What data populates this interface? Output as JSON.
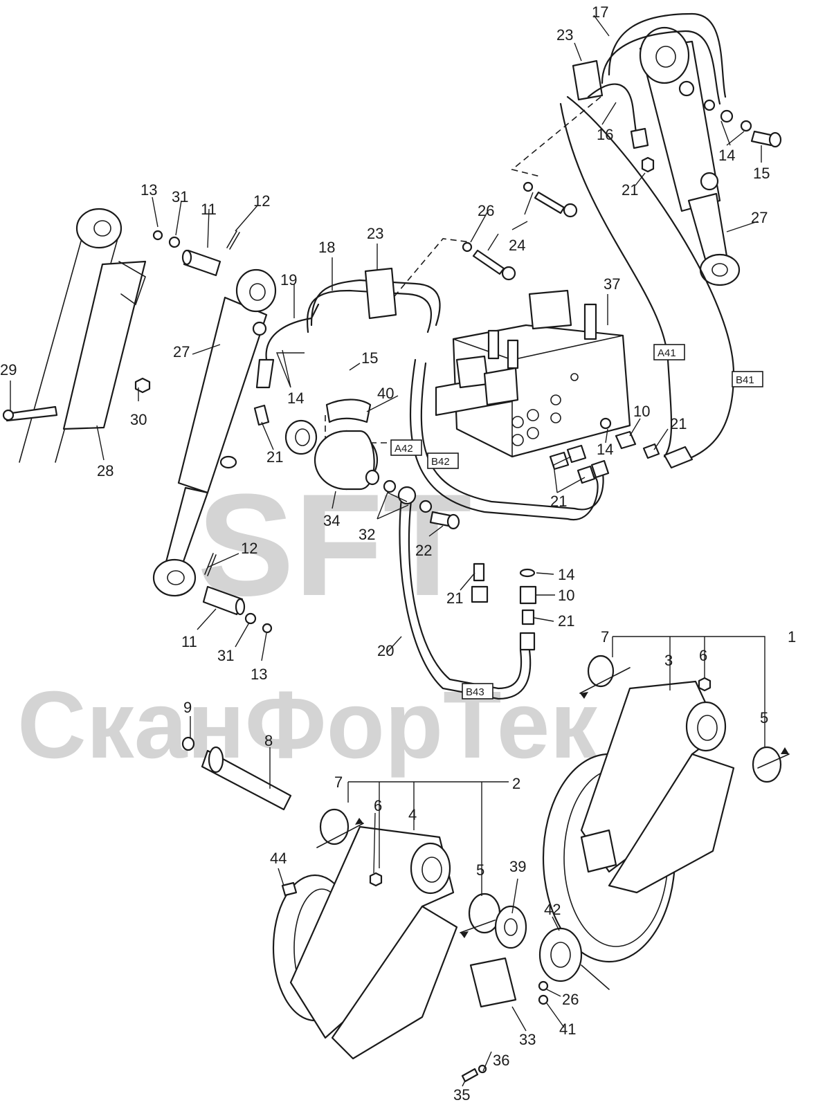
{
  "watermark": {
    "logo_text": "SFT",
    "text": "СканФорТек",
    "color": "#d4d4d4"
  },
  "callouts": [
    "1",
    "2",
    "3",
    "4",
    "5",
    "6",
    "7",
    "8",
    "9",
    "10",
    "11",
    "12",
    "13",
    "14",
    "15",
    "16",
    "17",
    "18",
    "19",
    "20",
    "21",
    "22",
    "23",
    "24",
    "26",
    "27",
    "28",
    "29",
    "30",
    "31",
    "32",
    "33",
    "34",
    "35",
    "36",
    "37",
    "39",
    "40",
    "41",
    "42",
    "44"
  ],
  "hose_tags": [
    "A41",
    "B41",
    "A42",
    "B42",
    "B43"
  ],
  "colors": {
    "line": "#1a1a1a",
    "background": "#ffffff"
  }
}
